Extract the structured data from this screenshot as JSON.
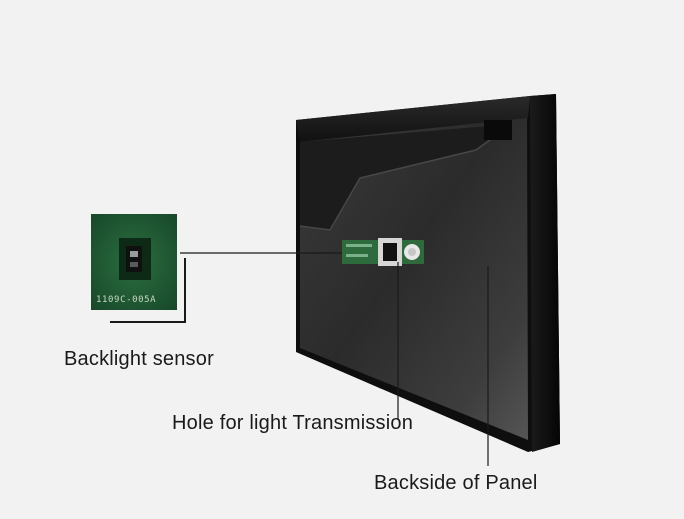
{
  "labels": {
    "backlight_sensor": "Backlight sensor",
    "hole": "Hole for light Transmission",
    "backside": "Backside of Panel"
  },
  "chip": {
    "marking": "1109C-005A"
  },
  "colors": {
    "background": "#f2f2f2",
    "panel_frame": "#0e0e0e",
    "pcb_green": "#1f5c33",
    "leader_line": "#1a1a1a"
  }
}
